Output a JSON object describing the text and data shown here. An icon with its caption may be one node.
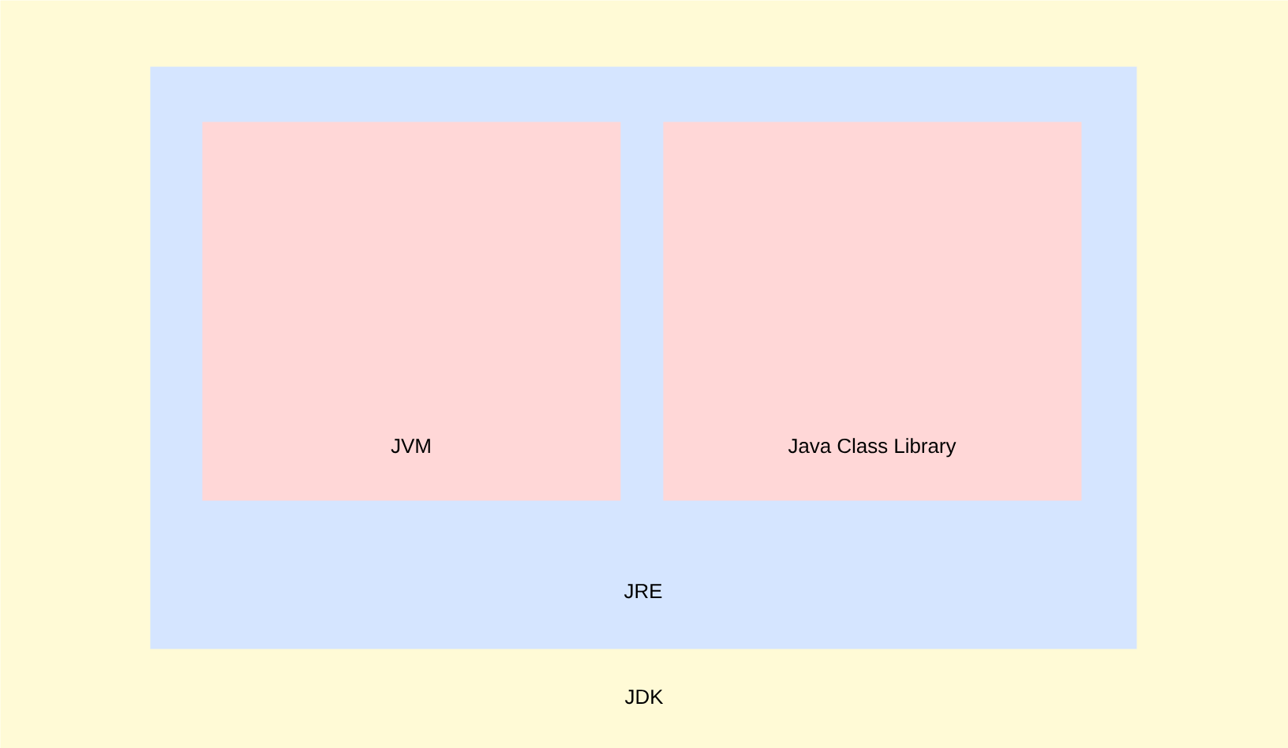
{
  "diagram": {
    "nodes": [
      {
        "text": [
          "JDK"
        ]
      },
      {
        "text": [
          "JRE"
        ],
        "in": 0
      },
      {
        "text": [
          "JVM"
        ],
        "in": 1
      },
      {
        "text": [
          "Java Class Library"
        ],
        "in": 1
      }
    ]
  }
}
